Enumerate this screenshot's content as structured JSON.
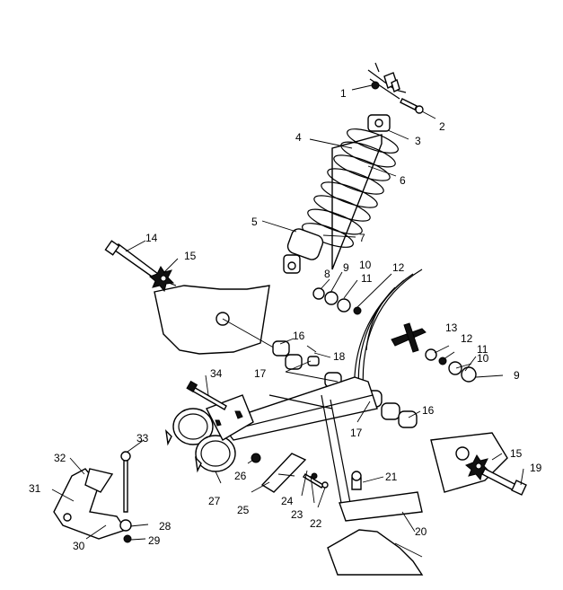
{
  "callouts": [
    {
      "id": "c1",
      "text": "1"
    },
    {
      "id": "c2",
      "text": "2"
    },
    {
      "id": "c3",
      "text": "3"
    },
    {
      "id": "c4",
      "text": "4"
    },
    {
      "id": "c5",
      "text": "5"
    },
    {
      "id": "c6",
      "text": "6"
    },
    {
      "id": "c7",
      "text": "7"
    },
    {
      "id": "c8",
      "text": "8"
    },
    {
      "id": "c9a",
      "text": "9"
    },
    {
      "id": "c9b",
      "text": "9"
    },
    {
      "id": "c10a",
      "text": "10"
    },
    {
      "id": "c10b",
      "text": "10"
    },
    {
      "id": "c11a",
      "text": "11"
    },
    {
      "id": "c11b",
      "text": "11"
    },
    {
      "id": "c12a",
      "text": "12"
    },
    {
      "id": "c12b",
      "text": "12"
    },
    {
      "id": "c13",
      "text": "13"
    },
    {
      "id": "c14",
      "text": "14"
    },
    {
      "id": "c15a",
      "text": "15"
    },
    {
      "id": "c15b",
      "text": "15"
    },
    {
      "id": "c16a",
      "text": "16"
    },
    {
      "id": "c16b",
      "text": "16"
    },
    {
      "id": "c17a",
      "text": "17"
    },
    {
      "id": "c17b",
      "text": "17"
    },
    {
      "id": "c18",
      "text": "18"
    },
    {
      "id": "c19",
      "text": "19"
    },
    {
      "id": "c20",
      "text": "20"
    },
    {
      "id": "c21",
      "text": "21"
    },
    {
      "id": "c22",
      "text": "22"
    },
    {
      "id": "c23",
      "text": "23"
    },
    {
      "id": "c24",
      "text": "24"
    },
    {
      "id": "c25",
      "text": "25"
    },
    {
      "id": "c26",
      "text": "26"
    },
    {
      "id": "c27",
      "text": "27"
    },
    {
      "id": "c28",
      "text": "28"
    },
    {
      "id": "c29",
      "text": "29"
    },
    {
      "id": "c30",
      "text": "30"
    },
    {
      "id": "c31",
      "text": "31"
    },
    {
      "id": "c32",
      "text": "32"
    },
    {
      "id": "c33",
      "text": "33"
    },
    {
      "id": "c34",
      "text": "34"
    }
  ]
}
